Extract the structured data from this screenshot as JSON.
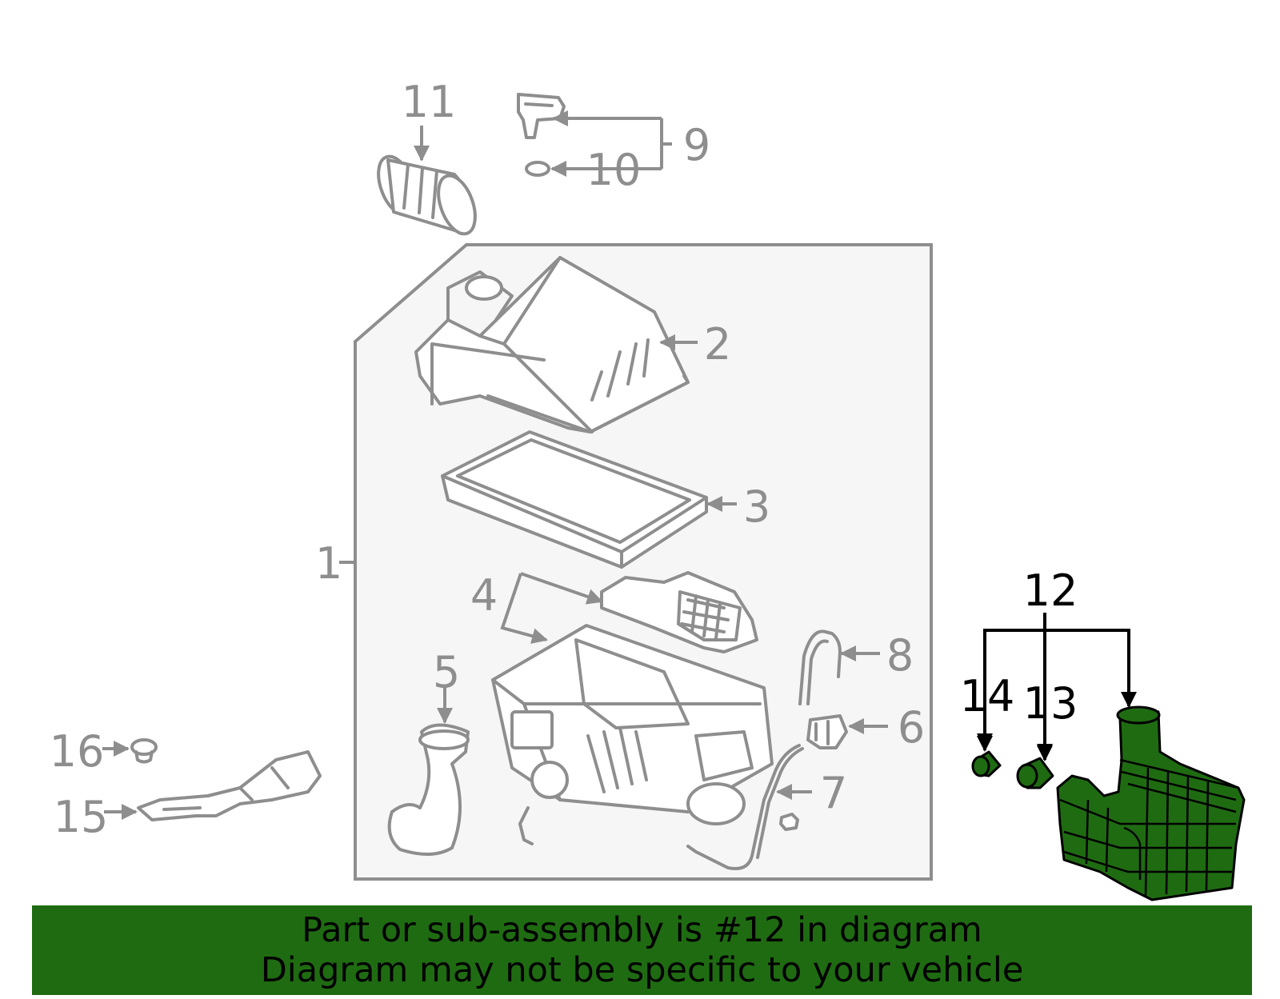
{
  "labels": {
    "l1": "1",
    "l2": "2",
    "l3": "3",
    "l4": "4",
    "l5": "5",
    "l6": "6",
    "l7": "7",
    "l8": "8",
    "l9": "9",
    "l10": "10",
    "l11": "11",
    "l12": "12",
    "l13": "13",
    "l14": "14",
    "l15": "15",
    "l16": "16"
  },
  "highlighted_part": "12",
  "banner": {
    "line1": "Part or sub-assembly is #12 in diagram",
    "line2": "Diagram may not be specific to your vehicle"
  },
  "colors": {
    "highlight": "#1f6b12",
    "part_stroke": "#8e8e8e",
    "assembly_box_fill": "#f6f6f6"
  }
}
